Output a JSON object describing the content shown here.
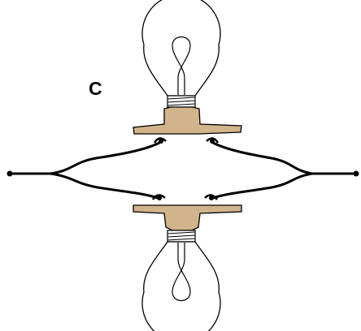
{
  "diagram": {
    "label": "C",
    "colors": {
      "wire": "#000000",
      "socket": "#d2b48c",
      "bulb_glass": "#ffffff",
      "outline": "#000000",
      "background": "#ffffff"
    },
    "components": [
      {
        "id": "top-bulb",
        "type": "light-bulb",
        "orientation": "up"
      },
      {
        "id": "top-socket",
        "type": "bulb-socket",
        "orientation": "up"
      },
      {
        "id": "bottom-socket",
        "type": "bulb-socket",
        "orientation": "down"
      },
      {
        "id": "bottom-bulb",
        "type": "light-bulb",
        "orientation": "down"
      },
      {
        "id": "left-terminal",
        "type": "terminal"
      },
      {
        "id": "right-terminal",
        "type": "terminal"
      }
    ],
    "connection": "parallel"
  }
}
